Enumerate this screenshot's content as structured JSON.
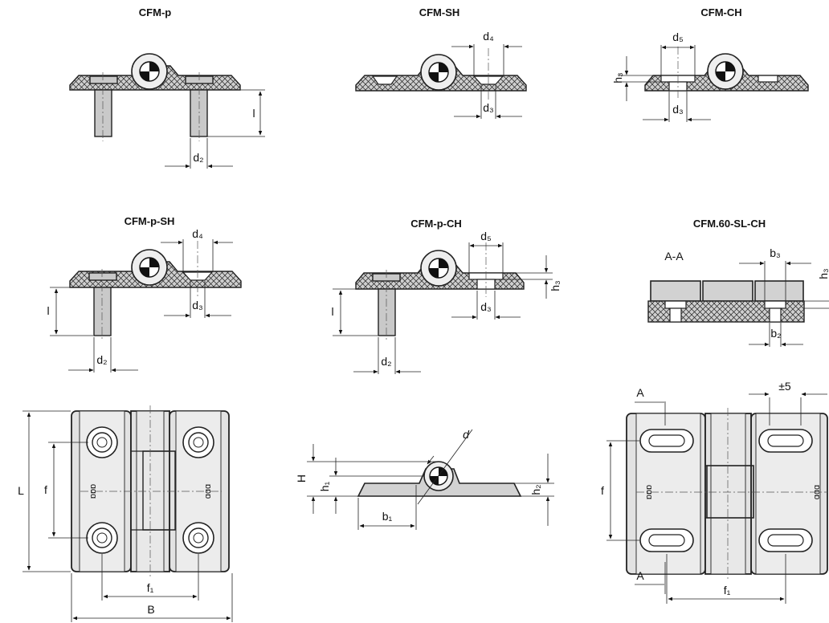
{
  "views": {
    "cfm_p": "CFM-p",
    "cfm_sh": "CFM-SH",
    "cfm_ch": "CFM-CH",
    "cfm_p_sh": "CFM-p-SH",
    "cfm_p_ch": "CFM-p-CH",
    "cfm_60_sl_ch": "CFM.60-SL-CH"
  },
  "section_label": "A-A",
  "section_marker": "A",
  "tolerance": "±5",
  "dims": {
    "d": "d",
    "d2": "d₂",
    "d3": "d₃",
    "d4": "d₄",
    "d5": "d₅",
    "l": "l",
    "h1": "h₁",
    "h2": "h₂",
    "h3": "h₃",
    "H": "H",
    "b1": "b₁",
    "b2": "b₂",
    "b3": "b₃",
    "L": "L",
    "f": "f",
    "f1": "f₁",
    "B": "B"
  },
  "leaf_mark": "ɑɑɑ",
  "colors": {
    "part_fill": "#d2d2d2",
    "line": "#222222"
  }
}
